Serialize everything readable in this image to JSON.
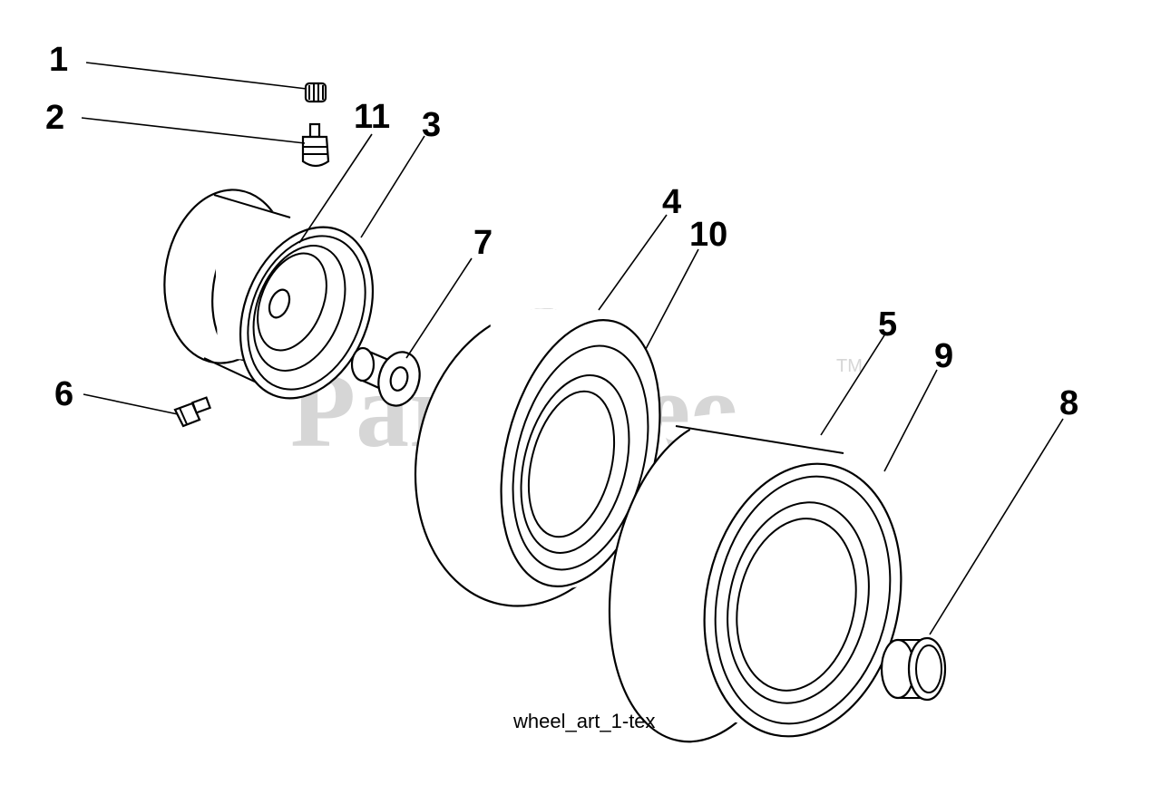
{
  "watermark": {
    "text": "PartsTree",
    "trademark": "TM"
  },
  "caption": "wheel_art_1-tex",
  "callouts": [
    {
      "key": "c1",
      "label": "1",
      "part": "valve-cap"
    },
    {
      "key": "c2",
      "label": "2",
      "part": "valve-stem"
    },
    {
      "key": "c3",
      "label": "3",
      "part": "rim"
    },
    {
      "key": "c4",
      "label": "4",
      "part": "front-tire"
    },
    {
      "key": "c5",
      "label": "5",
      "part": "rear-tire"
    },
    {
      "key": "c6",
      "label": "6",
      "part": "grease-fitting"
    },
    {
      "key": "c7",
      "label": "7",
      "part": "flanged-bushing"
    },
    {
      "key": "c8",
      "label": "8",
      "part": "bearing"
    },
    {
      "key": "c9",
      "label": "9",
      "part": "rear-tube"
    },
    {
      "key": "c10",
      "label": "10",
      "part": "front-tube"
    },
    {
      "key": "c11",
      "label": "11",
      "part": "rim-inner"
    }
  ]
}
